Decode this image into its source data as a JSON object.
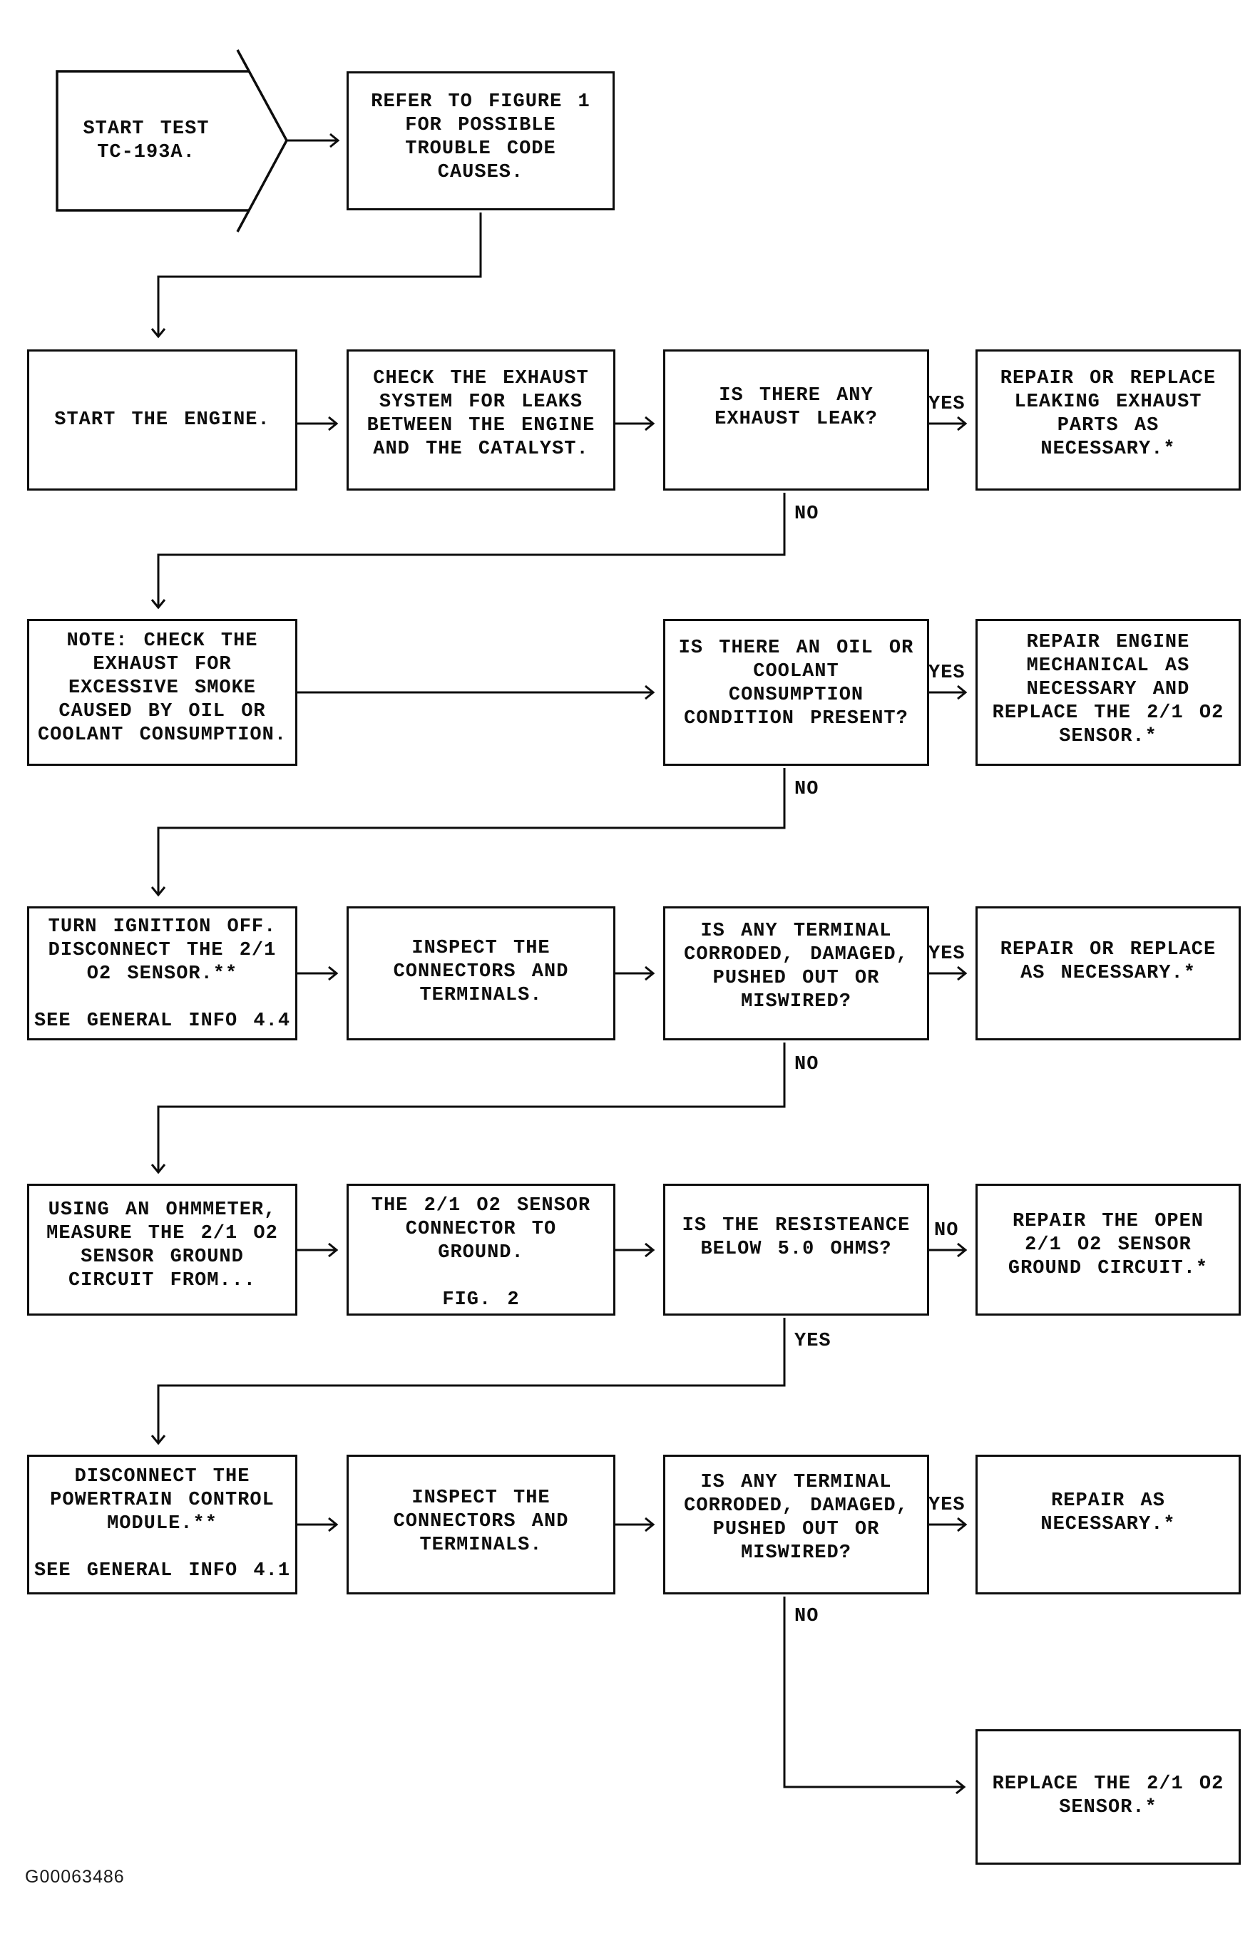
{
  "figure_id": "G00063486",
  "edge_labels": {
    "r2_right": "YES",
    "r2_down": "NO",
    "r3_right": "YES",
    "r3_down": "NO",
    "r4_right": "YES",
    "r4_down": "NO",
    "r5_right": "NO",
    "r5_down": "YES",
    "r6_right": "YES",
    "r6_down": "NO"
  },
  "nodes": {
    "start": "START TEST\nTC-193A.",
    "refer": "REFER TO FIGURE 1\nFOR POSSIBLE\nTROUBLE CODE\nCAUSES.",
    "start_engine": "START THE ENGINE.",
    "check_exhaust": "CHECK THE EXHAUST\nSYSTEM FOR LEAKS\nBETWEEN THE ENGINE\nAND THE CATALYST.",
    "q_exhaust_leak": "IS THERE ANY\nEXHAUST LEAK?",
    "repair_exhaust": "REPAIR OR REPLACE\nLEAKING EXHAUST\nPARTS AS\nNECESSARY.*",
    "note_label": "NOTE:",
    "note_rest": " CHECK THE\nEXHAUST FOR\nEXCESSIVE SMOKE\nCAUSED BY OIL OR\nCOOLANT CONSUMPTION.",
    "q_oil": "IS THERE AN OIL OR\nCOOLANT\nCONSUMPTION\nCONDITION PRESENT?",
    "repair_engine": "REPAIR ENGINE\nMECHANICAL AS\nNECESSARY AND\nREPLACE THE 2/1 O2\nSENSOR.*",
    "ignition_off": "TURN IGNITION OFF.\nDISCONNECT THE 2/1\nO2 SENSOR.**\n\nSEE GENERAL INFO 4.4",
    "inspect_1": "INSPECT THE\nCONNECTORS AND\nTERMINALS.",
    "q_terminal_1": "IS ANY TERMINAL\nCORRODED, DAMAGED,\nPUSHED OUT OR\nMISWIRED?",
    "repair_replace": "REPAIR OR REPLACE\nAS NECESSARY.*",
    "ohmmeter": "USING AN OHMMETER,\nMEASURE THE 2/1 O2\nSENSOR GROUND\nCIRCUIT FROM...",
    "connector_ground": "THE 2/1 O2 SENSOR\nCONNECTOR TO\nGROUND.\n\nFIG. 2",
    "q_resistance": "IS THE RESISTEANCE\nBELOW 5.0 OHMS?",
    "repair_ground": "REPAIR THE OPEN\n2/1 O2 SENSOR\nGROUND CIRCUIT.*",
    "disconnect_pcm": "DISCONNECT THE\nPOWERTRAIN CONTROL\nMODULE.**\n\nSEE GENERAL INFO 4.1",
    "inspect_2": "INSPECT THE\nCONNECTORS AND\nTERMINALS.",
    "q_terminal_2": "IS ANY TERMINAL\nCORRODED, DAMAGED,\nPUSHED OUT OR\nMISWIRED?",
    "repair_necessary": "REPAIR AS\nNECESSARY.*",
    "replace_sensor": "REPLACE THE 2/1 O2\nSENSOR.*"
  }
}
